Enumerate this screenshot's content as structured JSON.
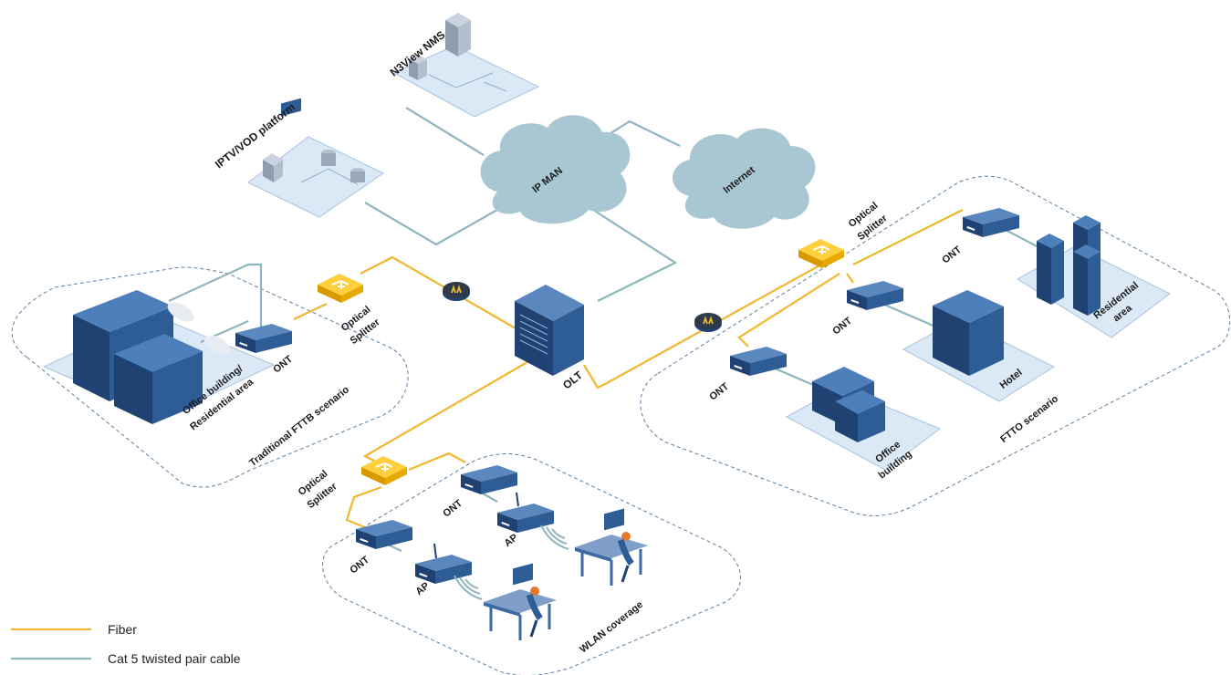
{
  "labels": {
    "n3view": "N3View NMS",
    "iptv": "IPTV/VOD platform",
    "ipman": "IP MAN",
    "internet": "Internet",
    "olt": "OLT",
    "splitter_top": [
      "Optical",
      "Splitter"
    ],
    "splitter_right": [
      "Optical",
      "Splitter"
    ],
    "splitter_bottom": [
      "Optical",
      "Splitter"
    ],
    "ont": "ONT",
    "ap": "AP",
    "office_residential": [
      "Office building/",
      "Residential area"
    ],
    "traditional_fttb": "Traditional FTTB scenario",
    "ftto": "FTTO scenario",
    "hotel": "Hotel",
    "office_building": [
      "Office",
      "building"
    ],
    "residential_area": [
      "Residential",
      "area"
    ],
    "wlan_coverage": "WLAN coverage"
  },
  "legend": {
    "fiber": "Fiber",
    "cat5": "Cat 5 twisted pair cable"
  },
  "colors": {
    "fiber": "#f0b72f",
    "cat5": "#8fb5c0",
    "device": "#2e5d95",
    "device_dark": "#1f4273",
    "platform": "#dbe8f6",
    "cloud": "#a9c7d2",
    "splitter": "#f5b800",
    "zone_border": "#5b7fa6"
  }
}
